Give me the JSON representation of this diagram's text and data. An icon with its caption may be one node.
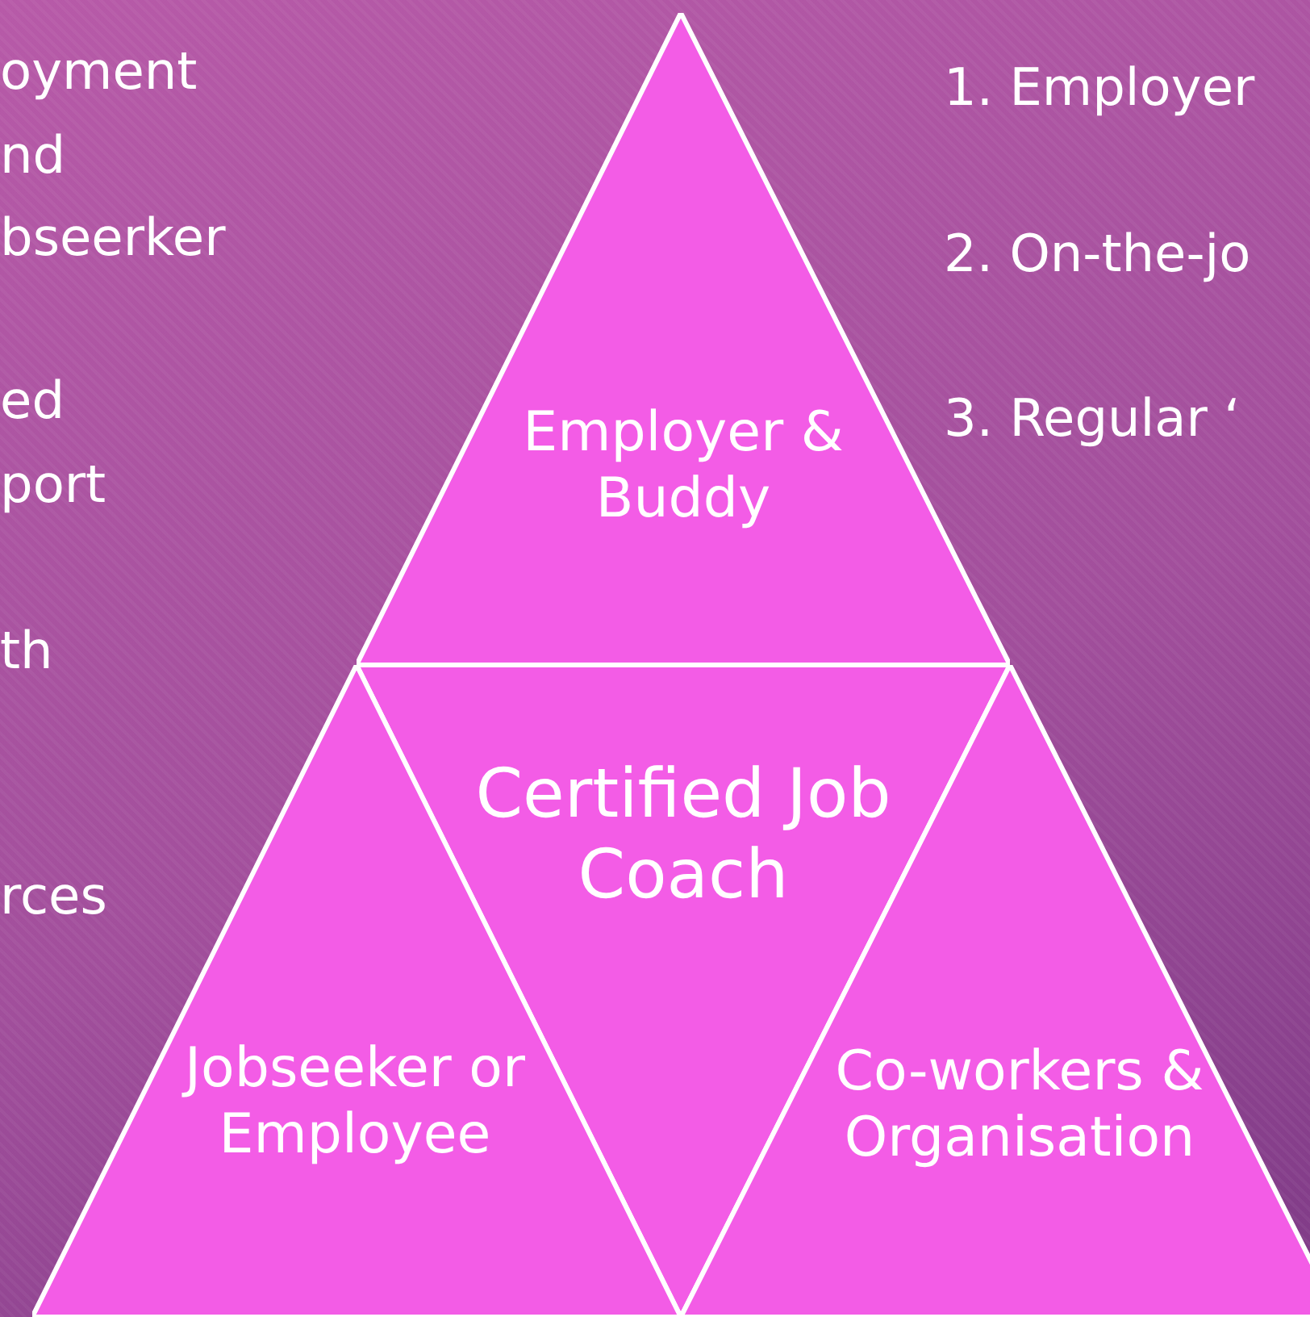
{
  "diagram": {
    "nodes": [
      {
        "text": [
          "Employer & Buddy"
        ]
      },
      {
        "text": [
          "Certified Job Coach"
        ]
      },
      {
        "text": [
          "Jobseeker or Employee"
        ]
      },
      {
        "text": [
          "Co-workers & Organisation"
        ]
      }
    ],
    "labels": [
      "oyment",
      "nd",
      "bseerker",
      "ed",
      "port",
      "th",
      "rces",
      "1. Employer",
      "2. On-the-jo",
      "3. Regular ‘"
    ]
  }
}
